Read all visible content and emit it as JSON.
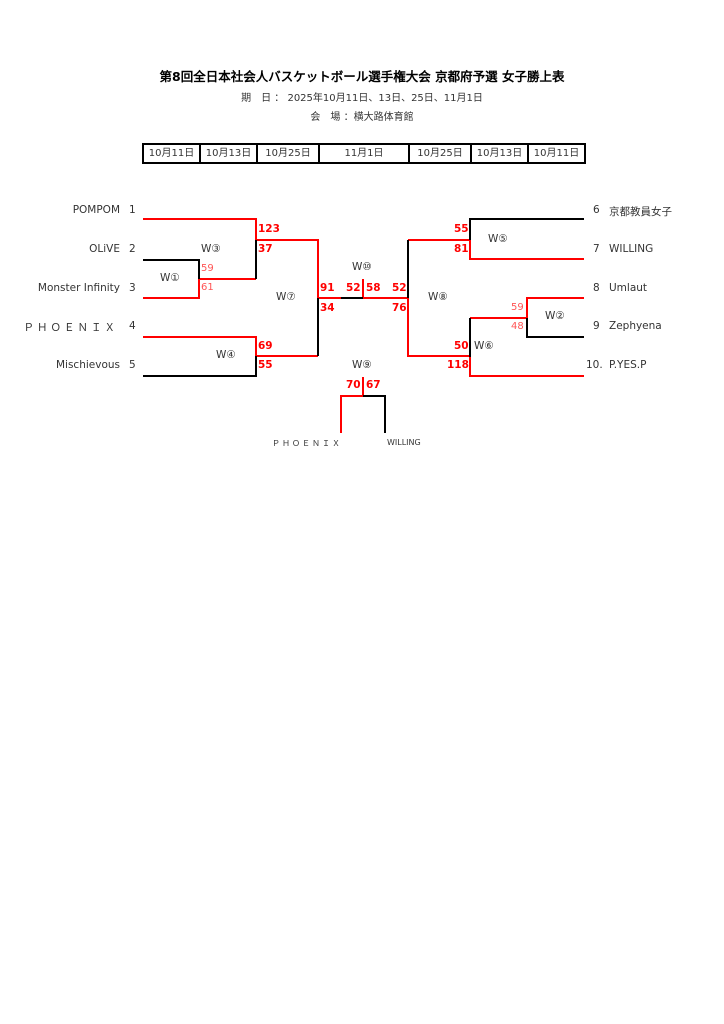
{
  "header": {
    "title": "第8回全日本社会人バスケットボール選手権大会 京都府予選 女子勝上表",
    "period": "期　日 ： 2025年10月11日、13日、25日、11月1日",
    "venue": "会　場 ：横大路体育館"
  },
  "dates": [
    "10月11日",
    "10月13日",
    "10月25日",
    "11月1日",
    "10月25日",
    "10月13日",
    "10月11日"
  ],
  "teams_left": [
    {
      "num": "1",
      "name": "POMPOM"
    },
    {
      "num": "2",
      "name": "OLiVE"
    },
    {
      "num": "3",
      "name": "Monster Infinity"
    },
    {
      "num": "4",
      "name": "ＰＨＯＥＮＩＸ"
    },
    {
      "num": "5",
      "name": "Mischievous"
    }
  ],
  "teams_right": [
    {
      "num": "6",
      "name": "京都教員女子"
    },
    {
      "num": "7",
      "name": "WILLING"
    },
    {
      "num": "8",
      "name": "Umlaut"
    },
    {
      "num": "9",
      "name": "Zephyena"
    },
    {
      "num": "10.",
      "name": "P.YES.P"
    }
  ],
  "games": {
    "w1": {
      "label": "W①",
      "top": "59",
      "bottom": "61"
    },
    "w2": {
      "label": "W②",
      "top": "59",
      "bottom": "48"
    },
    "w3": {
      "label": "W③",
      "top": "123",
      "bottom": "37"
    },
    "w4": {
      "label": "W④",
      "top": "69",
      "bottom": "55"
    },
    "w5": {
      "label": "W⑤",
      "top": "55",
      "bottom": "81"
    },
    "w6": {
      "label": "W⑥",
      "top": "50",
      "bottom": "118"
    },
    "w7": {
      "label": "W⑦",
      "top": "91",
      "bottom": "34"
    },
    "w8": {
      "label": "W⑧",
      "top": "52",
      "bottom": "76"
    },
    "w9": {
      "label": "W⑨",
      "left": "70",
      "right": "67",
      "team_left": "ＰＨＯＥＮＩＸ",
      "team_right": "WILLING"
    },
    "w10": {
      "label": "W⑩",
      "left": "52",
      "right": "58"
    }
  },
  "colors": {
    "win": "#ff0000",
    "lose": "#000000"
  }
}
